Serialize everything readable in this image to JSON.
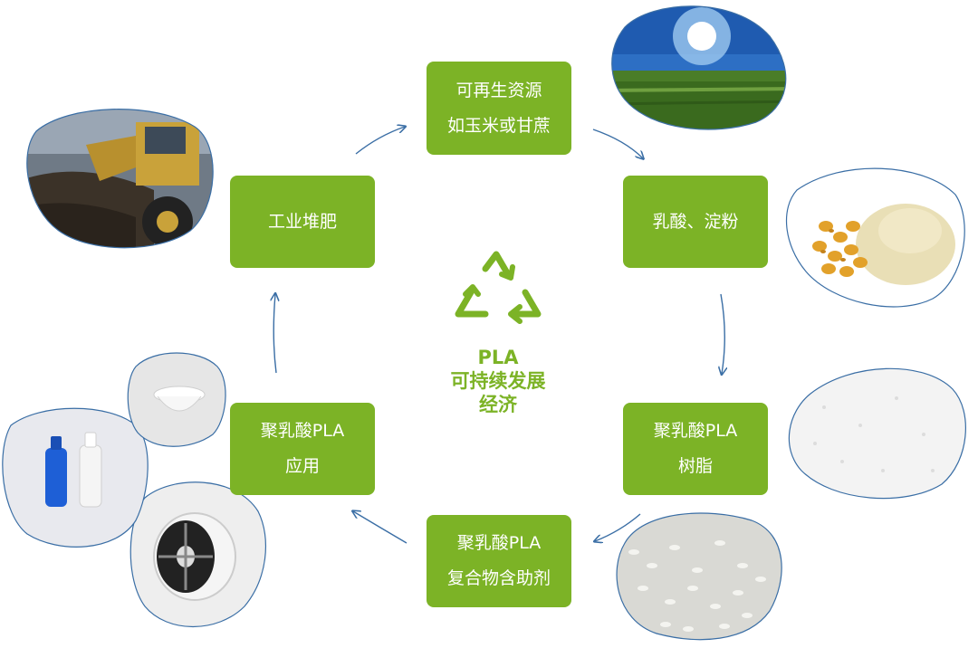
{
  "boxes": {
    "renewable": {
      "line1": "可再生资源",
      "line2": "如玉米或甘蔗"
    },
    "lactic": {
      "line1": "乳酸、淀粉"
    },
    "resin": {
      "line1": "聚乳酸PLA",
      "line2": "树脂"
    },
    "compound": {
      "line1": "聚乳酸PLA",
      "line2": "复合物含助剂"
    },
    "application": {
      "line1": "聚乳酸PLA",
      "line2": "应用"
    },
    "compost": {
      "line1": "工业堆肥"
    }
  },
  "center": {
    "line1": "PLA",
    "line2": "可持续发展",
    "line3": "经济"
  },
  "colors": {
    "green": "#7cb326",
    "arrow": "#3a6ea5",
    "blob_border": "#3a6ea5"
  },
  "icons": {
    "center": "recycle-icon",
    "flow": "arrow-icon"
  },
  "images": [
    "corn-field-sunny-sky-photo",
    "corn-kernels-and-starch-powder-photo",
    "white-pla-powder-photo",
    "white-pla-pellets-photo",
    "pla-filament-spool-photo",
    "blue-and-white-bottles-photo",
    "white-bowl-photo",
    "compost-loader-photo"
  ]
}
